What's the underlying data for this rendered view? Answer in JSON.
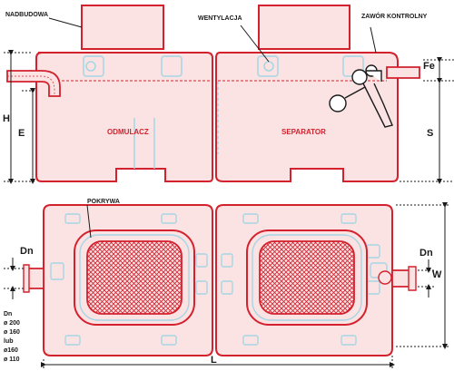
{
  "colors": {
    "outline": "#d3212d",
    "fill": "#fbe3e4",
    "accent": "#a6d6e3",
    "line": "#1a1a1a",
    "hatch": "#d3212d"
  },
  "labels": {
    "nadbudowa": "NADBUDOWA",
    "wentylacja": "WENTYLACJA",
    "zawor": "ZAWÓR KONTROLNY",
    "odmulacz": "ODMULACZ",
    "separator": "SEPARATOR",
    "pokrywa": "POKRYWA"
  },
  "dims": {
    "H": "H",
    "E": "E",
    "Fe": "Fe",
    "S": "S",
    "Dn_left": "Dn",
    "Dn_right": "Dn",
    "W": "W",
    "L": "L"
  },
  "dn_options": {
    "title": "Dn",
    "line1": "ø 200",
    "line2": "ø 160",
    "line3": "lub",
    "line4": "ø160",
    "line5": "ø 110"
  }
}
